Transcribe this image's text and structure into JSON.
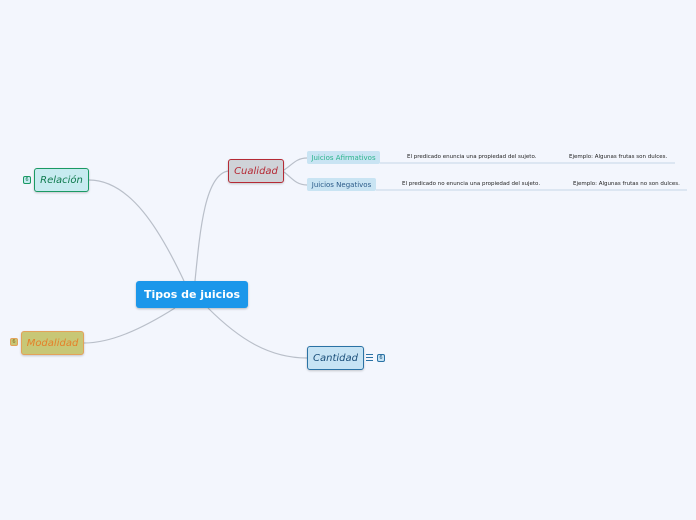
{
  "root": {
    "label": "Tipos de juicios"
  },
  "branches": {
    "cualidad": {
      "label": "Cualidad",
      "children": [
        {
          "label": "Juicios Afirmativos",
          "definition": "El predicado enuncia una propiedad del sujeto.",
          "example": "Ejemplo: Algunas frutas son dulces."
        },
        {
          "label": "Juicios Negativos",
          "definition": "El predicado no enuncia una propiedad del sujeto.",
          "example": "Ejemplo: Algunas frutas no son dulces."
        }
      ]
    },
    "relacion": {
      "label": "Relación",
      "collapsed_count": "6"
    },
    "modalidad": {
      "label": "Modalidad",
      "collapsed_count": "6"
    },
    "cantidad": {
      "label": "Cantidad",
      "collapsed_count": "6"
    }
  },
  "colors": {
    "background": "#f3f6fd",
    "root": "#1c97ea",
    "connector": "#b9bfc9",
    "cualidad": "#b52a35",
    "relacion": "#1a9a64",
    "modalidad": "#e5802a",
    "cantidad": "#2a72a5"
  },
  "icons": {
    "note": "note-lines-icon"
  }
}
